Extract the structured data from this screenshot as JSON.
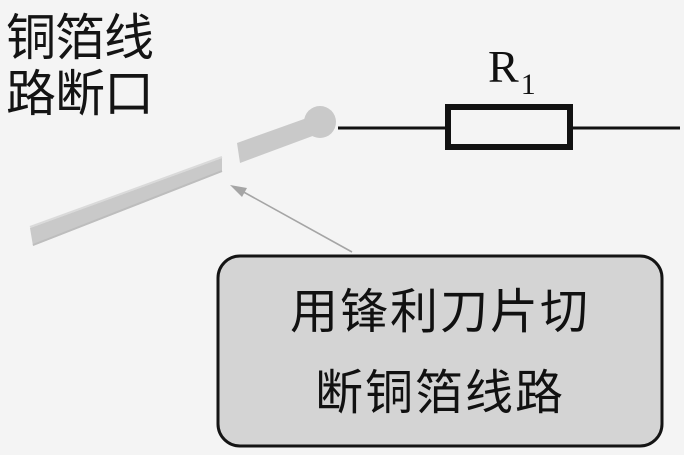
{
  "break_label": {
    "line1": "铜箔线",
    "line2": "路断口"
  },
  "resistor": {
    "label": "R",
    "subscript": "1"
  },
  "callout": {
    "line1": "用锋利刀片切",
    "line2": "断铜箔线路"
  },
  "colors": {
    "background": "#f4f4f4",
    "wire": "#111111",
    "copper_trace": "#c8c8c8",
    "pointer": "#a5a5a5",
    "callout_fill": "#d4d4d4",
    "callout_border": "#141414"
  }
}
